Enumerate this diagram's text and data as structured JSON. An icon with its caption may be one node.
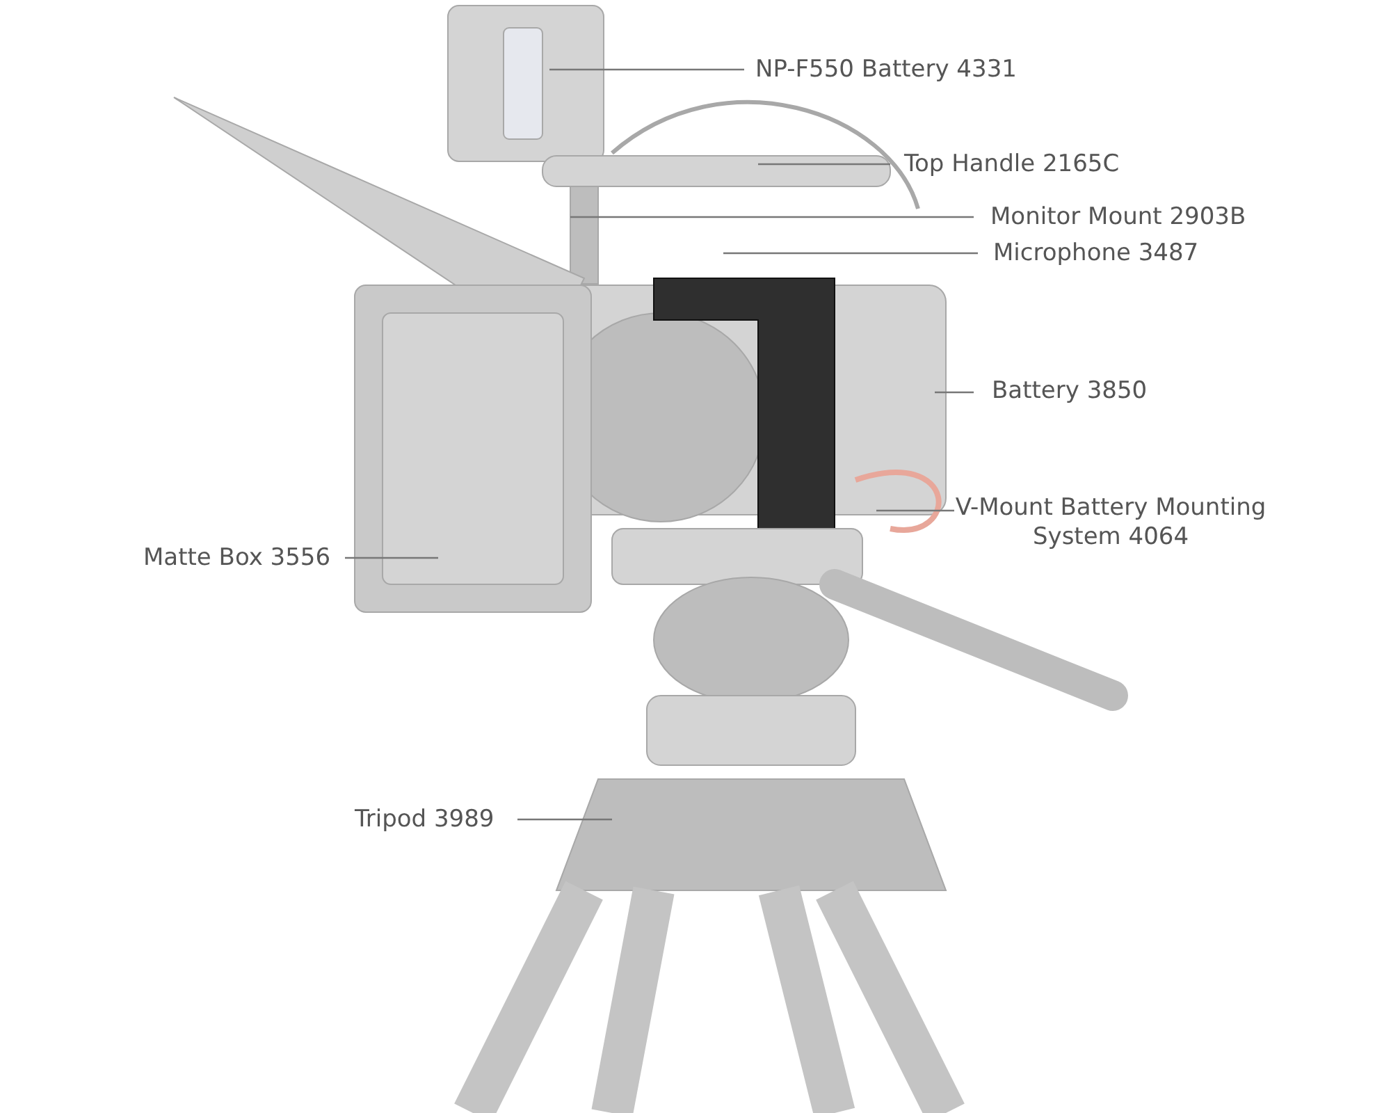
{
  "diagram": {
    "nodes": [
      {
        "text": [
          "NP-F550 Battery 4331"
        ]
      },
      {
        "text": [
          "Top Handle 2165C"
        ]
      },
      {
        "text": [
          "Monitor Mount 2903B"
        ]
      },
      {
        "text": [
          "Microphone 3487"
        ]
      },
      {
        "text": [
          "Battery 3850"
        ]
      },
      {
        "text": [
          "V-Mount Battery Mounting System 4064"
        ]
      },
      {
        "text": [
          "Matte Box 3556"
        ]
      },
      {
        "text": [
          "Tripod 3989"
        ]
      }
    ],
    "edges": [
      {
        "from": 0,
        "to": null,
        "arrow": "none"
      },
      {
        "from": 1,
        "to": null,
        "arrow": "none"
      },
      {
        "from": 2,
        "to": null,
        "arrow": "none"
      },
      {
        "from": 3,
        "to": null,
        "arrow": "none"
      },
      {
        "from": 4,
        "to": null,
        "arrow": "none"
      },
      {
        "from": 5,
        "to": null,
        "arrow": "none"
      },
      {
        "from": 6,
        "to": null,
        "arrow": "none"
      },
      {
        "from": 7,
        "to": null,
        "arrow": "none"
      }
    ]
  }
}
